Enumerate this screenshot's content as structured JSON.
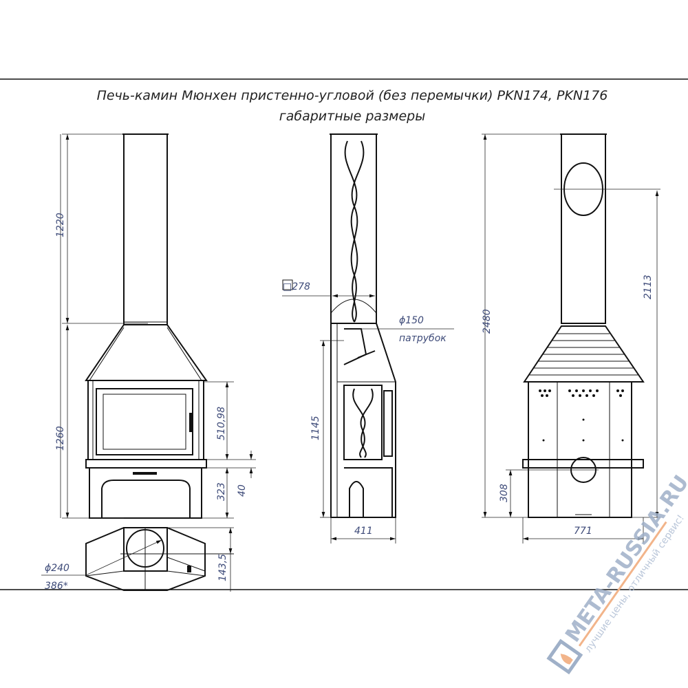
{
  "title": {
    "line1": "Печь-камин Мюнхен пристенно-угловой (без перемычки) PKN174, PKN176",
    "line2": "габаритные размеры"
  },
  "dimensions": {
    "front": {
      "chimney_height": "1220",
      "body_height": "1260",
      "door_height": "510,98",
      "base_height": "323",
      "step": "40",
      "flue_diameter": "ϕ240",
      "depth": "386*",
      "plan_offset": "143,5"
    },
    "side": {
      "chimney_square": "□278",
      "outlet_diameter": "ϕ150",
      "outlet_label": "патрубок",
      "body_height": "1145",
      "width": "411"
    },
    "back": {
      "total_height": "2480",
      "outlet_height": "2113",
      "rear_outlet_height": "308",
      "width": "771"
    }
  },
  "watermark": {
    "brand": "META-RUSSIA.RU",
    "slogan": "лучшие цены, отличный сервис!"
  },
  "colors": {
    "dimension_text": "#3d4a78",
    "watermark_blue": "#9fb0c8",
    "watermark_orange": "#f2b48a"
  }
}
